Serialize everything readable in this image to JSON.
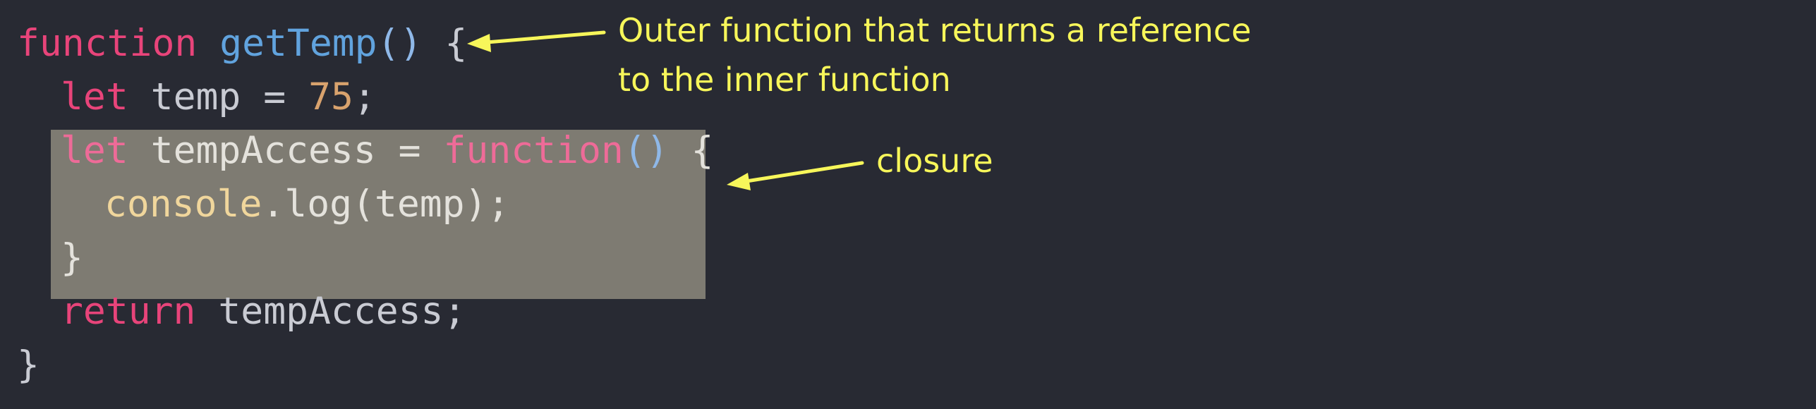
{
  "code": {
    "line1": {
      "keyword": "function",
      "name": "getTemp",
      "parens": "()",
      "brace": "{"
    },
    "line2": {
      "keyword": "let",
      "var": "temp",
      "eq": "=",
      "value": "75",
      "semi": ";"
    },
    "line3": {
      "keyword": "let",
      "var": "tempAccess",
      "eq": "=",
      "fn_keyword": "function",
      "parens": "()",
      "brace": "{"
    },
    "line4": {
      "object": "console",
      "rest": ".log(temp);"
    },
    "line5": {
      "brace": "}"
    },
    "line6": {
      "keyword": "return",
      "rest": "tempAccess;"
    },
    "line7": {
      "brace": "}"
    }
  },
  "annotations": {
    "outer_line1": "Outer function that returns a reference",
    "outer_line2": "to the inner function",
    "closure": "closure"
  },
  "colors": {
    "background": "#282a33",
    "keyword": "#e8447a",
    "function_name": "#61a3de",
    "number": "#d8a26d",
    "annotation": "#f7f65a",
    "highlight": "#7e7b72"
  }
}
